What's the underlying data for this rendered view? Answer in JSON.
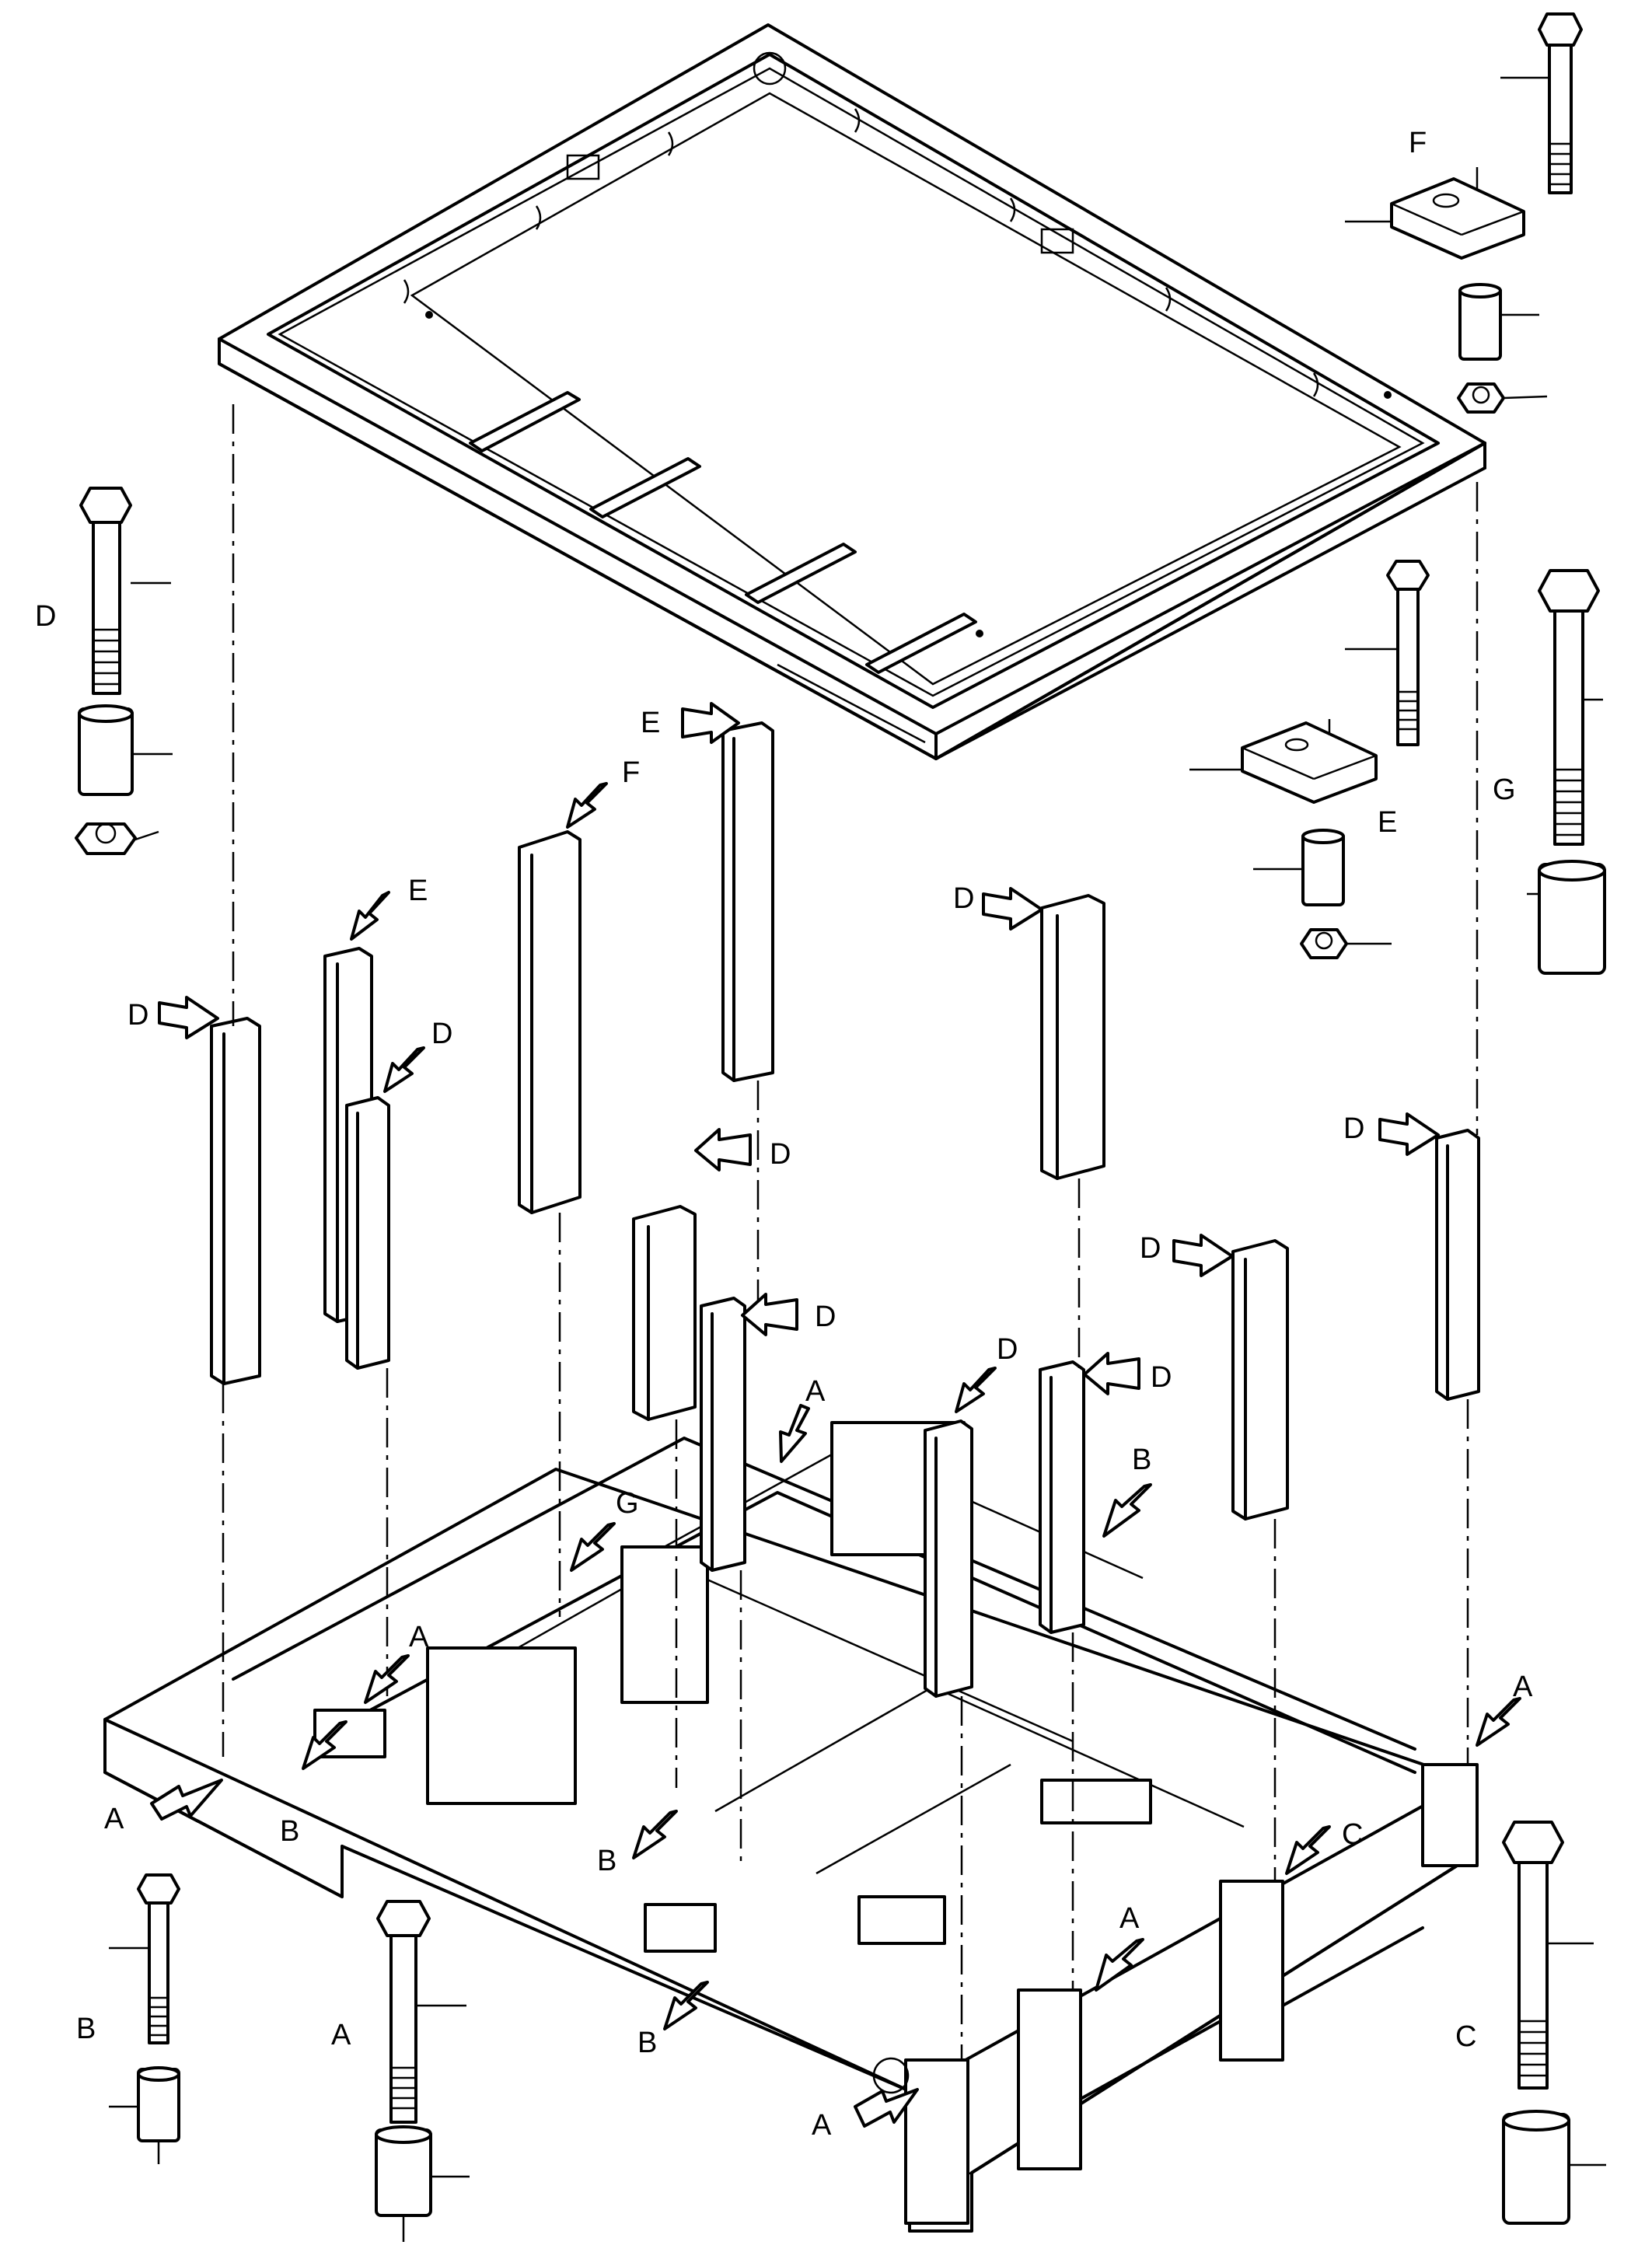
{
  "labels": {
    "A": "A",
    "B": "B",
    "C": "C",
    "D": "D",
    "E": "E",
    "F": "F",
    "G": "G"
  },
  "icons": {
    "arrow": "callout-arrow-icon",
    "bolt": "hex-bolt-icon",
    "spacer": "spacer-sleeve-icon",
    "nut": "hex-nut-icon",
    "bracket": "clamp-bracket-icon"
  }
}
